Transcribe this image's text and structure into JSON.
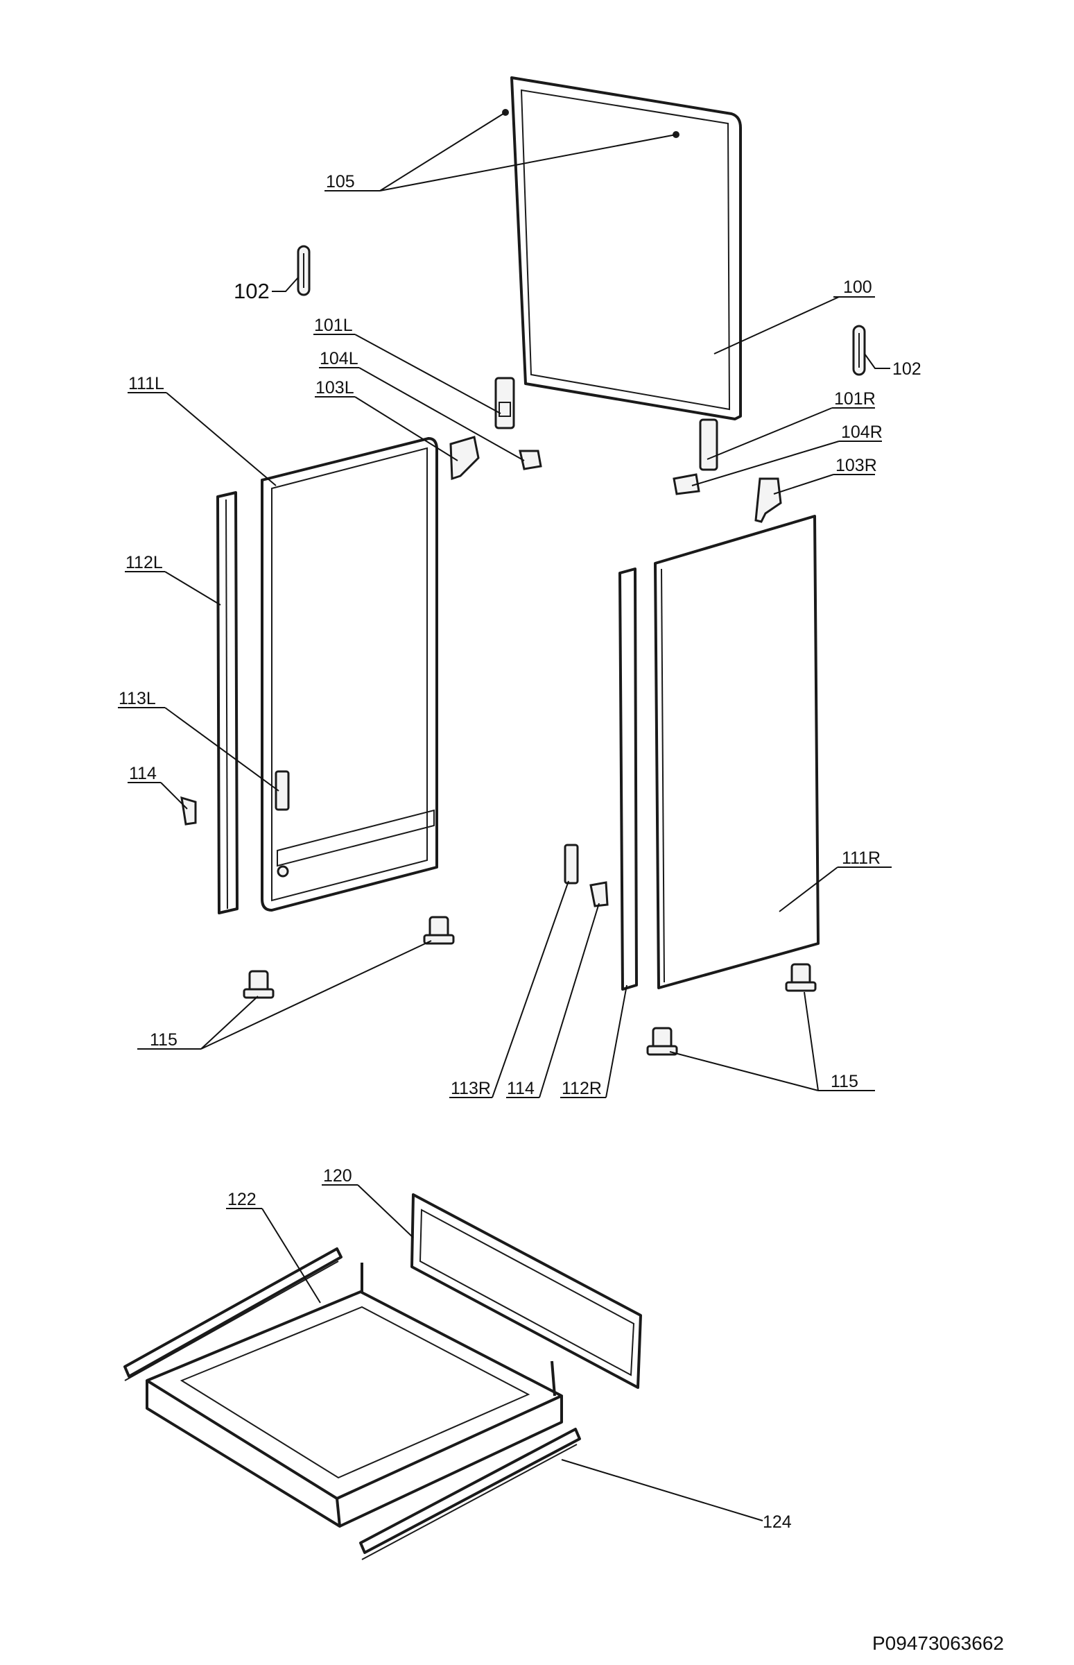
{
  "labels": {
    "l100": "100",
    "l101L": "101L",
    "l101R": "101R",
    "l102a": "102",
    "l102b": "102",
    "l103L": "103L",
    "l103R": "103R",
    "l104L": "104L",
    "l104R": "104R",
    "l105": "105",
    "l111L": "111L",
    "l111R": "111R",
    "l112L": "112L",
    "l112R": "112R",
    "l113L": "113L",
    "l113R": "113R",
    "l114a": "114",
    "l114b": "114",
    "l115a": "115",
    "l115b": "115",
    "l120": "120",
    "l122": "122",
    "l124": "124"
  },
  "drawing_code": "P09473063662"
}
